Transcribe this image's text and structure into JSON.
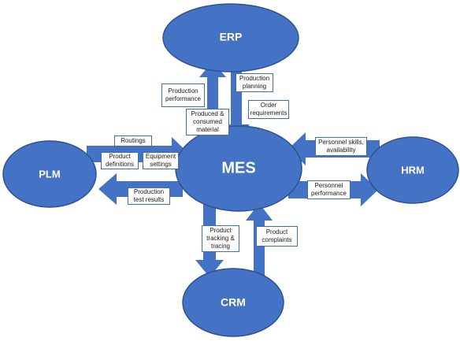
{
  "colors": {
    "node_fill": "#4472c4",
    "node_stroke": "#2f528f",
    "arrow_fill": "#4472c4",
    "label_text": "#ffffff",
    "box_border": "#3e6fa8"
  },
  "nodes": {
    "erp": "ERP",
    "mes": "MES",
    "plm": "PLM",
    "hrm": "HRM",
    "crm": "CRM"
  },
  "flows": {
    "production_performance": "Production\nperformance",
    "produced_consumed_material": "Produced &\nconsumed\nmaterial",
    "production_planning": "Production\nplanning",
    "order_requirements": "Order\nrequirements",
    "routings": "Routings",
    "product_definitions": "Product\ndefinitions",
    "equipment_settings": "Equipment\nsettings",
    "production_test_results": "Production\ntest results",
    "personnel_skills": "Personnel skills,\navailability",
    "personnel_performance": "Personnel\nperformance",
    "product_tracking": "Product\ntracking &\ntracing",
    "product_complaints": "Product\ncomplaints"
  }
}
